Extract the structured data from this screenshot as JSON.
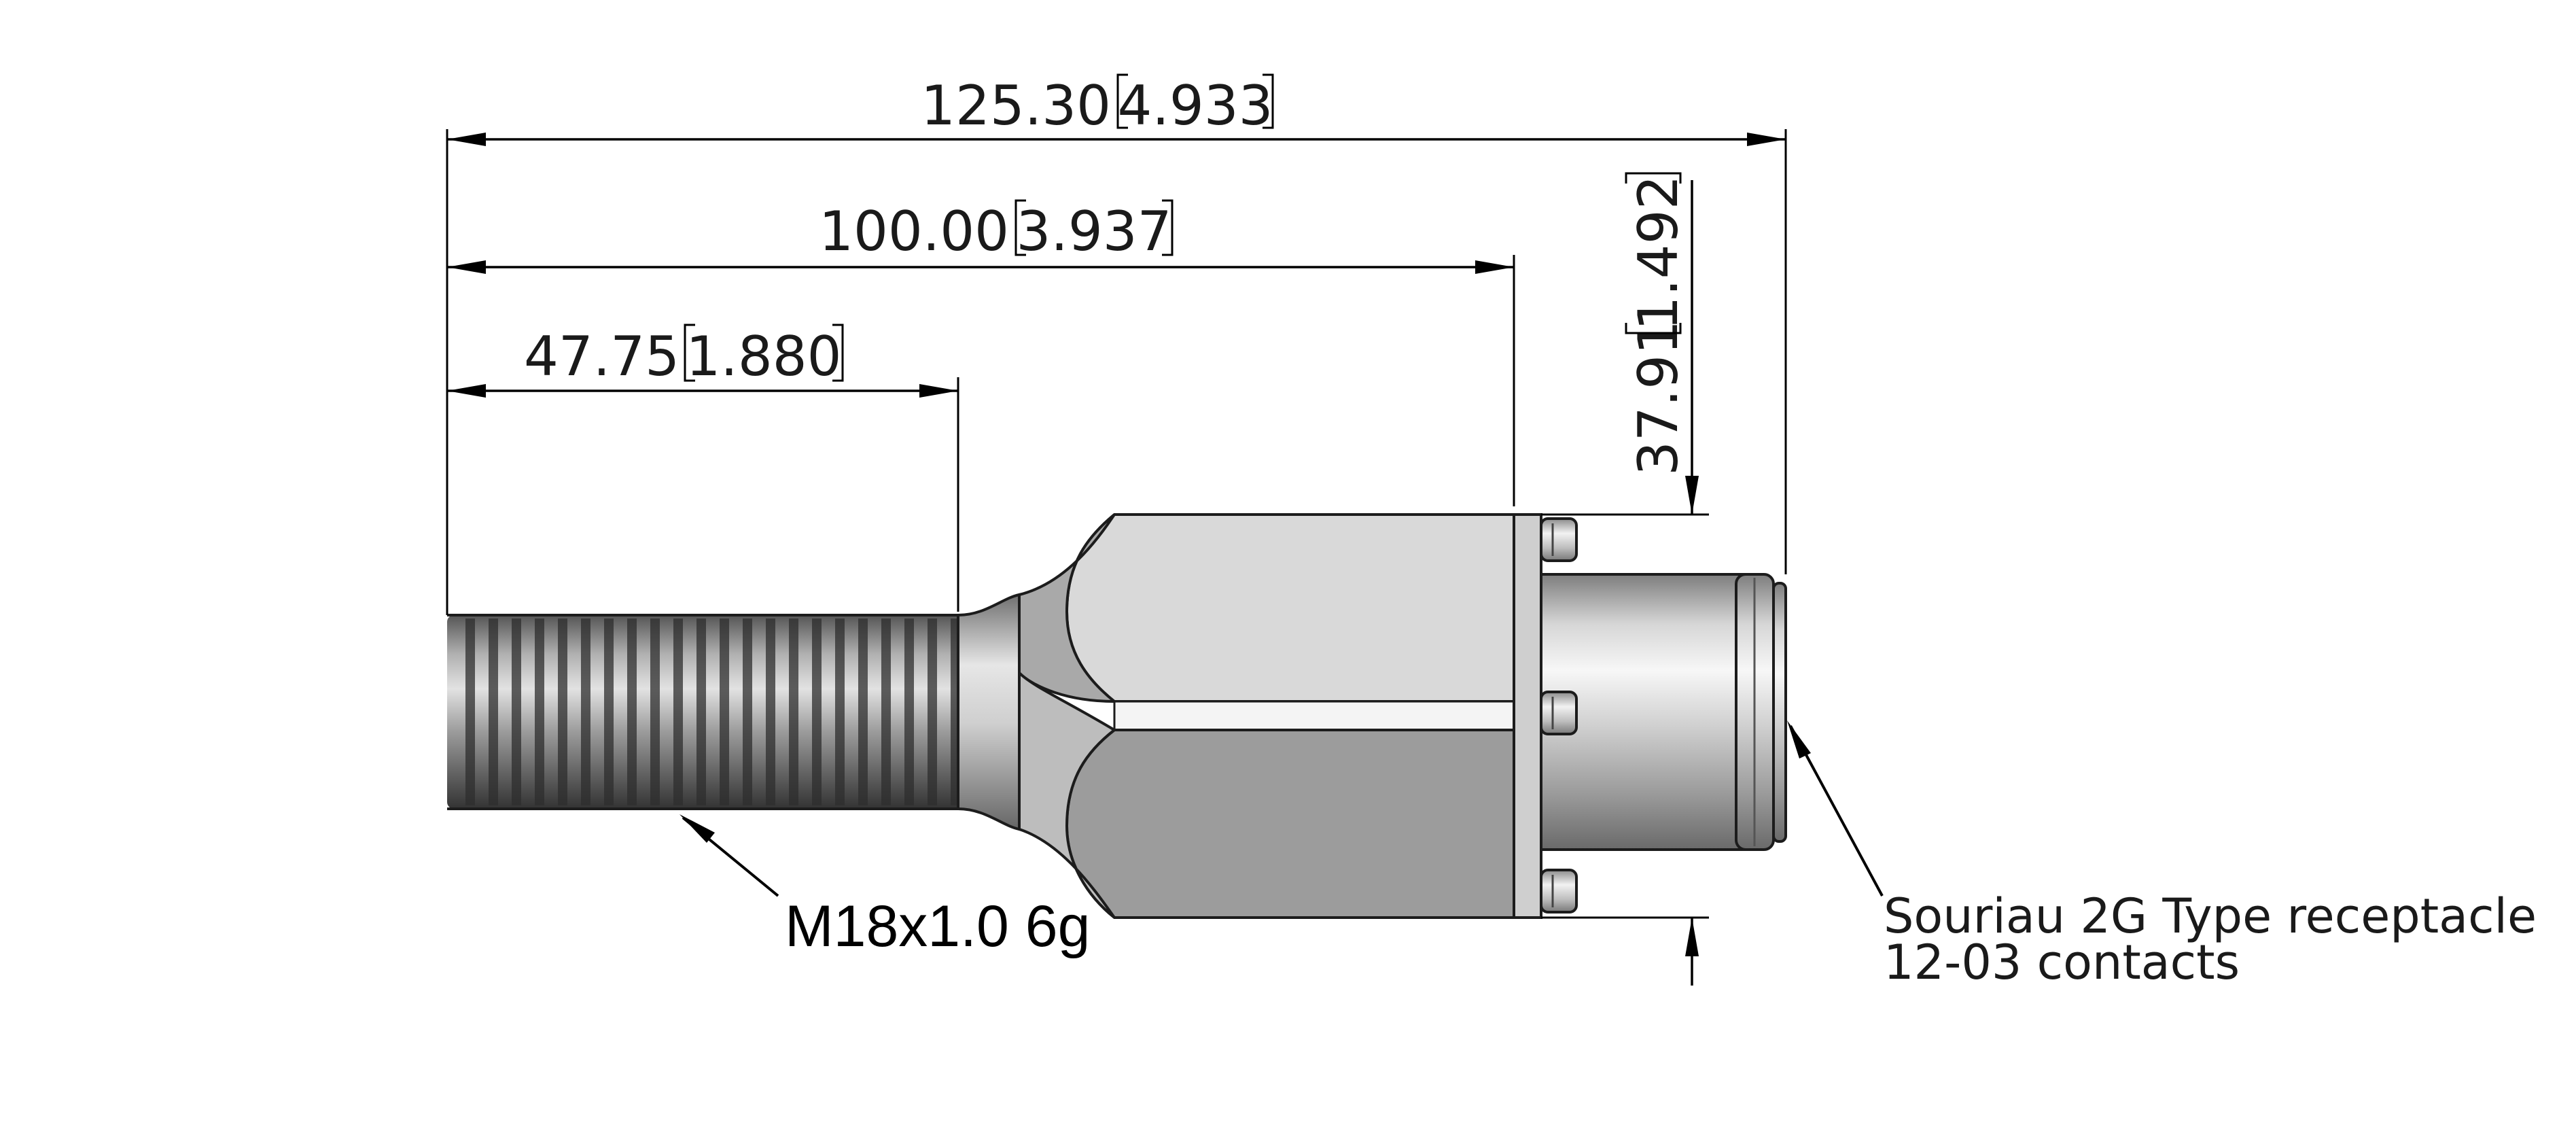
{
  "drawing": {
    "dimensions": {
      "overall_length": {
        "value": "125.30",
        "alt_value": "4.933"
      },
      "body_length": {
        "value": "100.00",
        "alt_value": "3.937"
      },
      "thread_length": {
        "value": "47.75",
        "alt_value": "1.880"
      },
      "hex_width": {
        "value": "37.91",
        "alt_value": "1.492"
      }
    },
    "callouts": {
      "thread": "M18x1.0 6g",
      "receptacle_line1": "Souriau 2G Type receptacle",
      "receptacle_line2": "12-03 contacts"
    }
  }
}
